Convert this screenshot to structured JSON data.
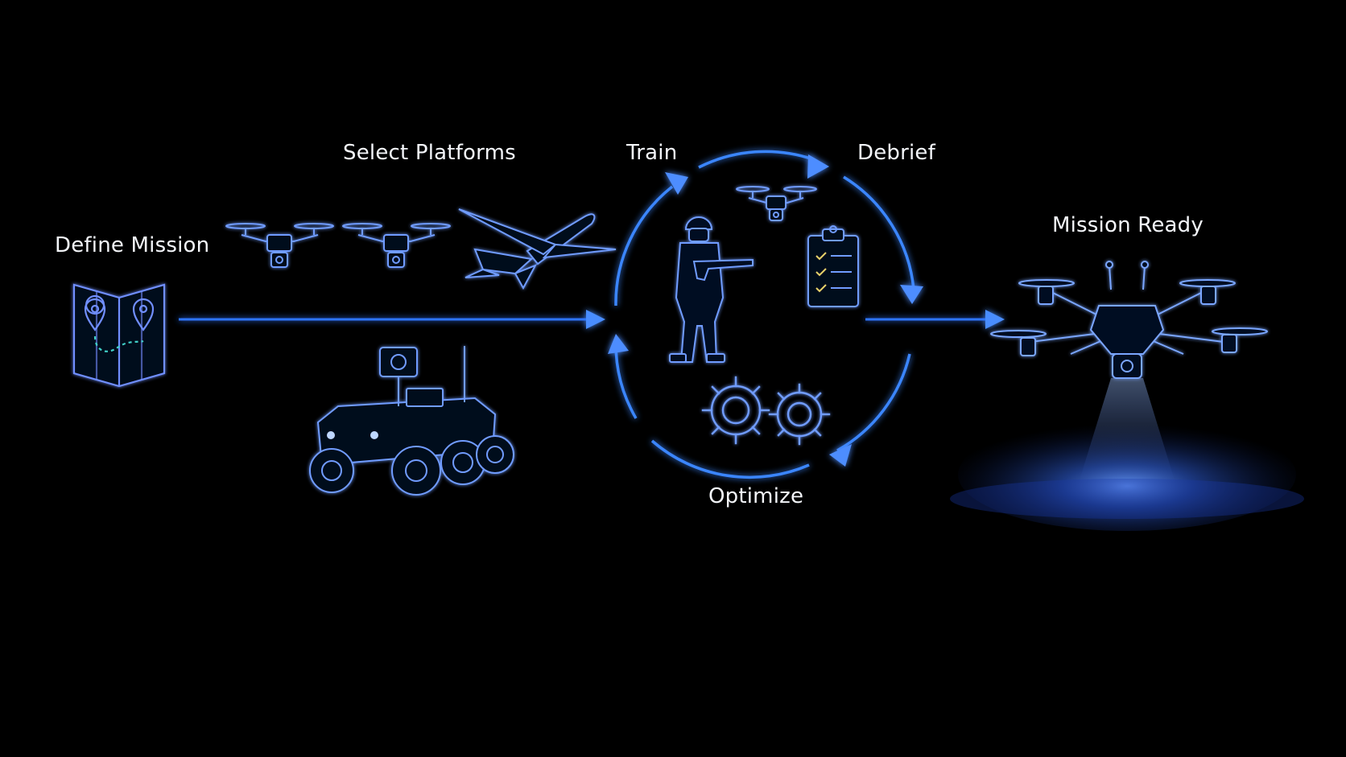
{
  "diagram": {
    "steps": {
      "define_mission": "Define Mission",
      "select_platforms": "Select Platforms",
      "train": "Train",
      "debrief": "Debrief",
      "optimize": "Optimize",
      "mission_ready": "Mission Ready"
    },
    "colors": {
      "background": "#000000",
      "glow_blue": "#3a8bff",
      "line_blue": "#2f6dff",
      "icon_stroke": "#6f9cff",
      "checklist_accent": "#e8d36a",
      "route_teal": "#3fd0c8"
    },
    "icons": {
      "map": "folded-map-icon",
      "drone": "quadcopter-drone-icon",
      "aircraft": "fixed-wing-aircraft-icon",
      "vehicle": "six-wheel-robot-vehicle-icon",
      "soldier": "soldier-icon",
      "clipboard": "checklist-clipboard-icon",
      "gears": "gears-icon",
      "hexacopter": "hexacopter-drone-icon"
    }
  }
}
